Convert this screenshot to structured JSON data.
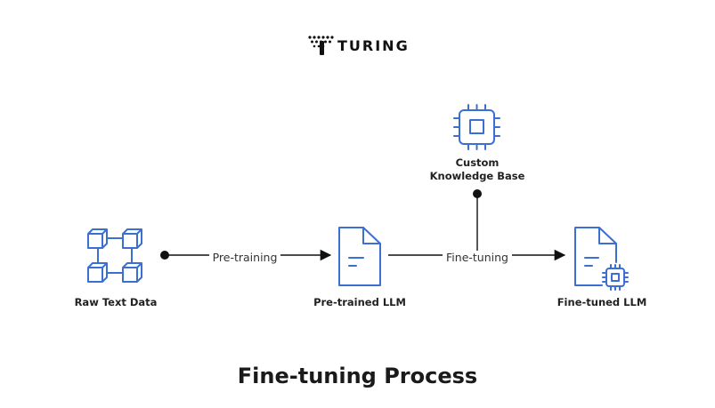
{
  "brand": {
    "name": "TURING",
    "logo_icon": "turing-logo-icon"
  },
  "title": "Fine-tuning Process",
  "colors": {
    "accent": "#3b6fd1",
    "line": "#111111"
  },
  "nodes": {
    "raw_text_data": {
      "label": "Raw Text Data",
      "icon": "cube-network-icon"
    },
    "pretrained_llm": {
      "label": "Pre-trained LLM",
      "icon": "document-icon"
    },
    "custom_kb": {
      "label_line1": "Custom",
      "label_line2": "Knowledge Base",
      "icon": "chip-icon"
    },
    "finetuned_llm": {
      "label": "Fine-tuned LLM",
      "icon": "document-chip-icon"
    }
  },
  "edges": {
    "pretraining": {
      "label": "Pre-training"
    },
    "finetuning": {
      "label": "Fine-tuning"
    }
  }
}
